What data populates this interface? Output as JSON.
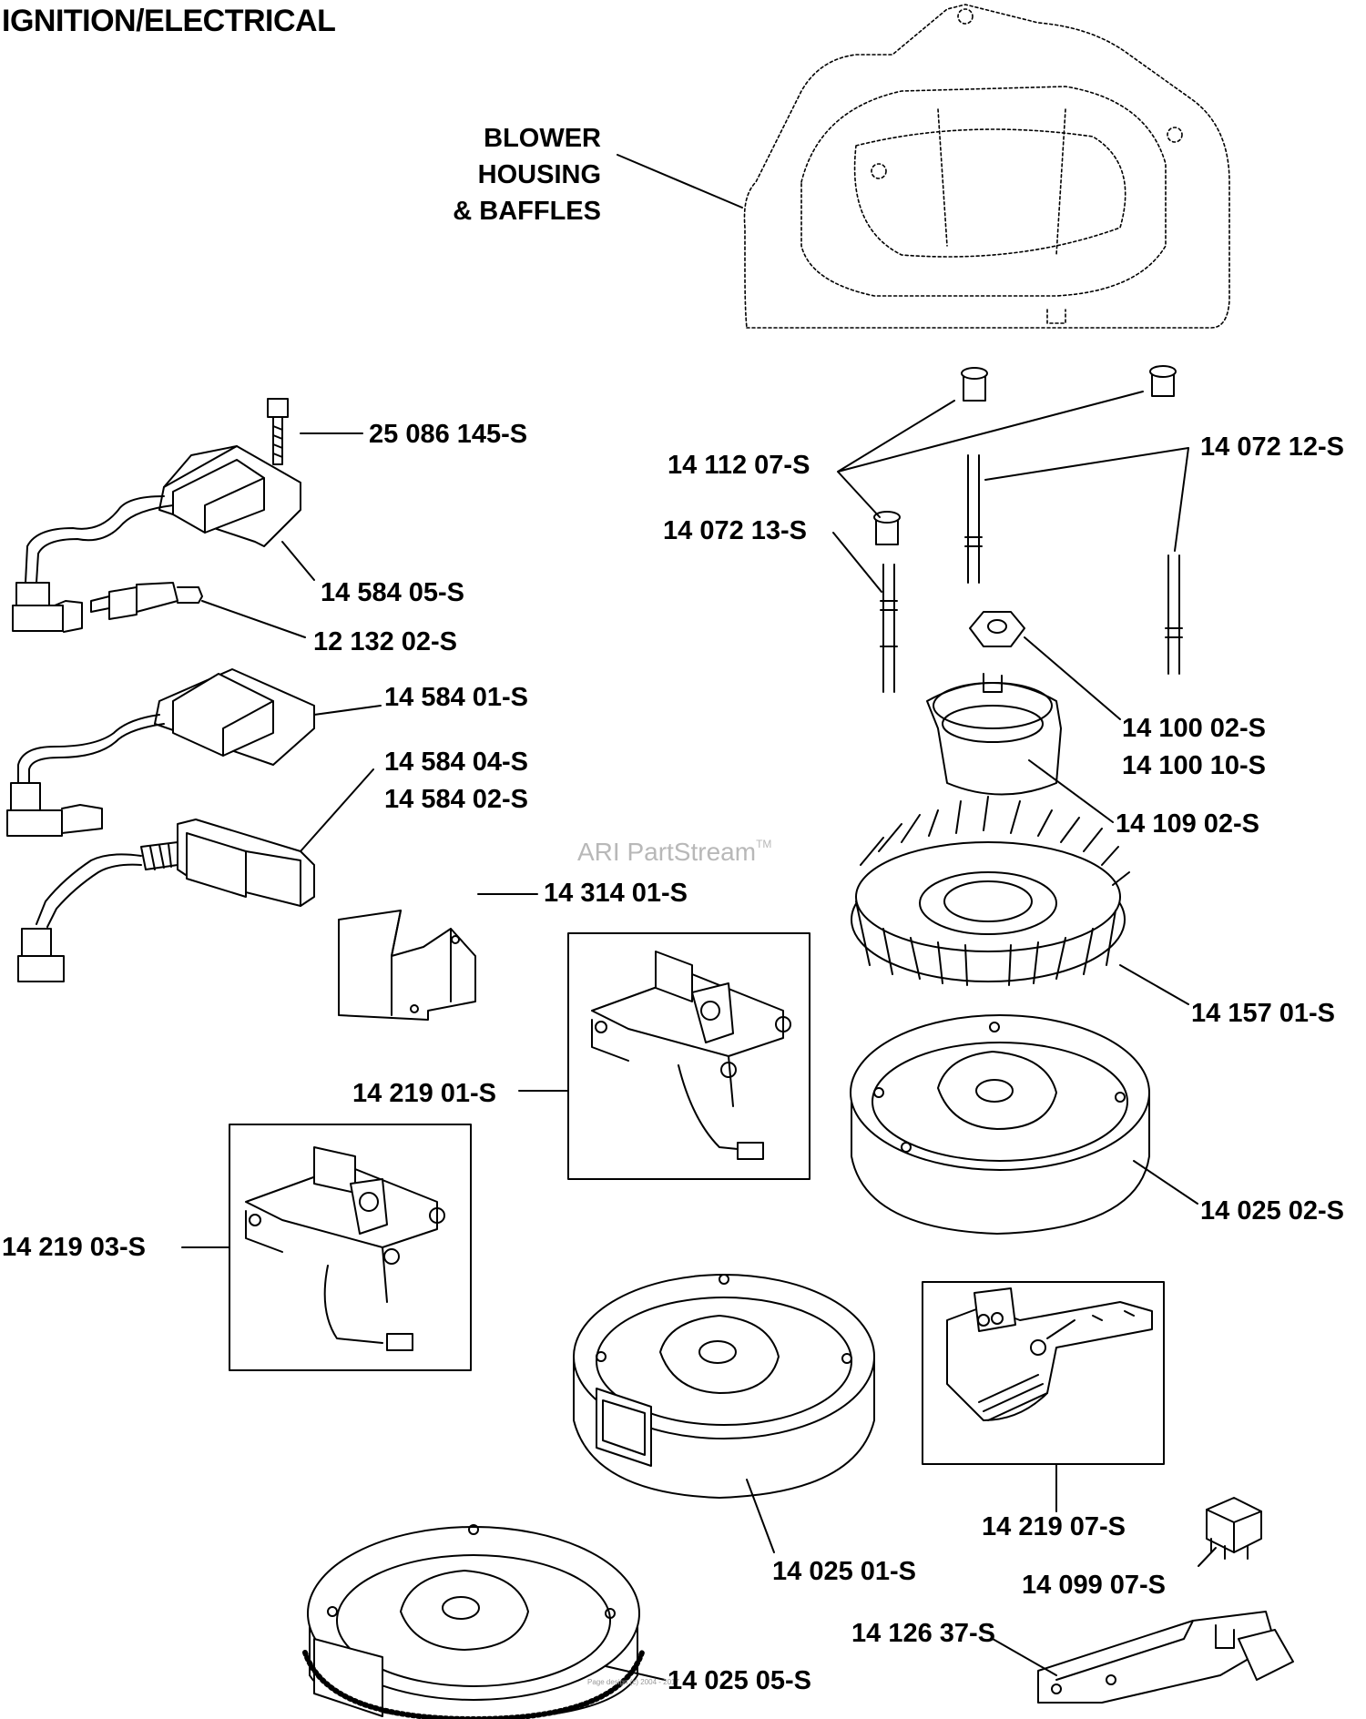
{
  "title": "IGNITION/ELECTRICAL",
  "watermark": {
    "text": "ARI PartStream",
    "tm": "TM"
  },
  "footer": "Page design (c) 2004 - 2017",
  "blower_label": [
    "BLOWER",
    "HOUSING",
    "& BAFFLES"
  ],
  "part_numbers": {
    "screw": "25 086 145-S",
    "coil_05": "14 584 05-S",
    "spark_plug": "12 132 02-S",
    "coil_01": "14 584 01-S",
    "coil_04": "14 584 04-S",
    "coil_02": "14 584 02-S",
    "shield": "14 314 01-S",
    "bracket_01": "14 219 01-S",
    "bracket_03": "14 219 03-S",
    "spacer": "14 112 07-S",
    "stud_12": "14 072 12-S",
    "stud_13": "14 072 13-S",
    "nut_02": "14 100 02-S",
    "nut_10": "14 100 10-S",
    "cup": "14 109 02-S",
    "fan": "14 157 01-S",
    "flywheel_02": "14 025 02-S",
    "flywheel_01": "14 025 01-S",
    "bracket_07": "14 219 07-S",
    "switch": "14 099 07-S",
    "switch_bracket": "14 126 37-S",
    "flywheel_05": "14 025 05-S"
  },
  "colors": {
    "ink": "#000000",
    "fill": "#ffffff",
    "watermark": "#b8b8b8"
  }
}
